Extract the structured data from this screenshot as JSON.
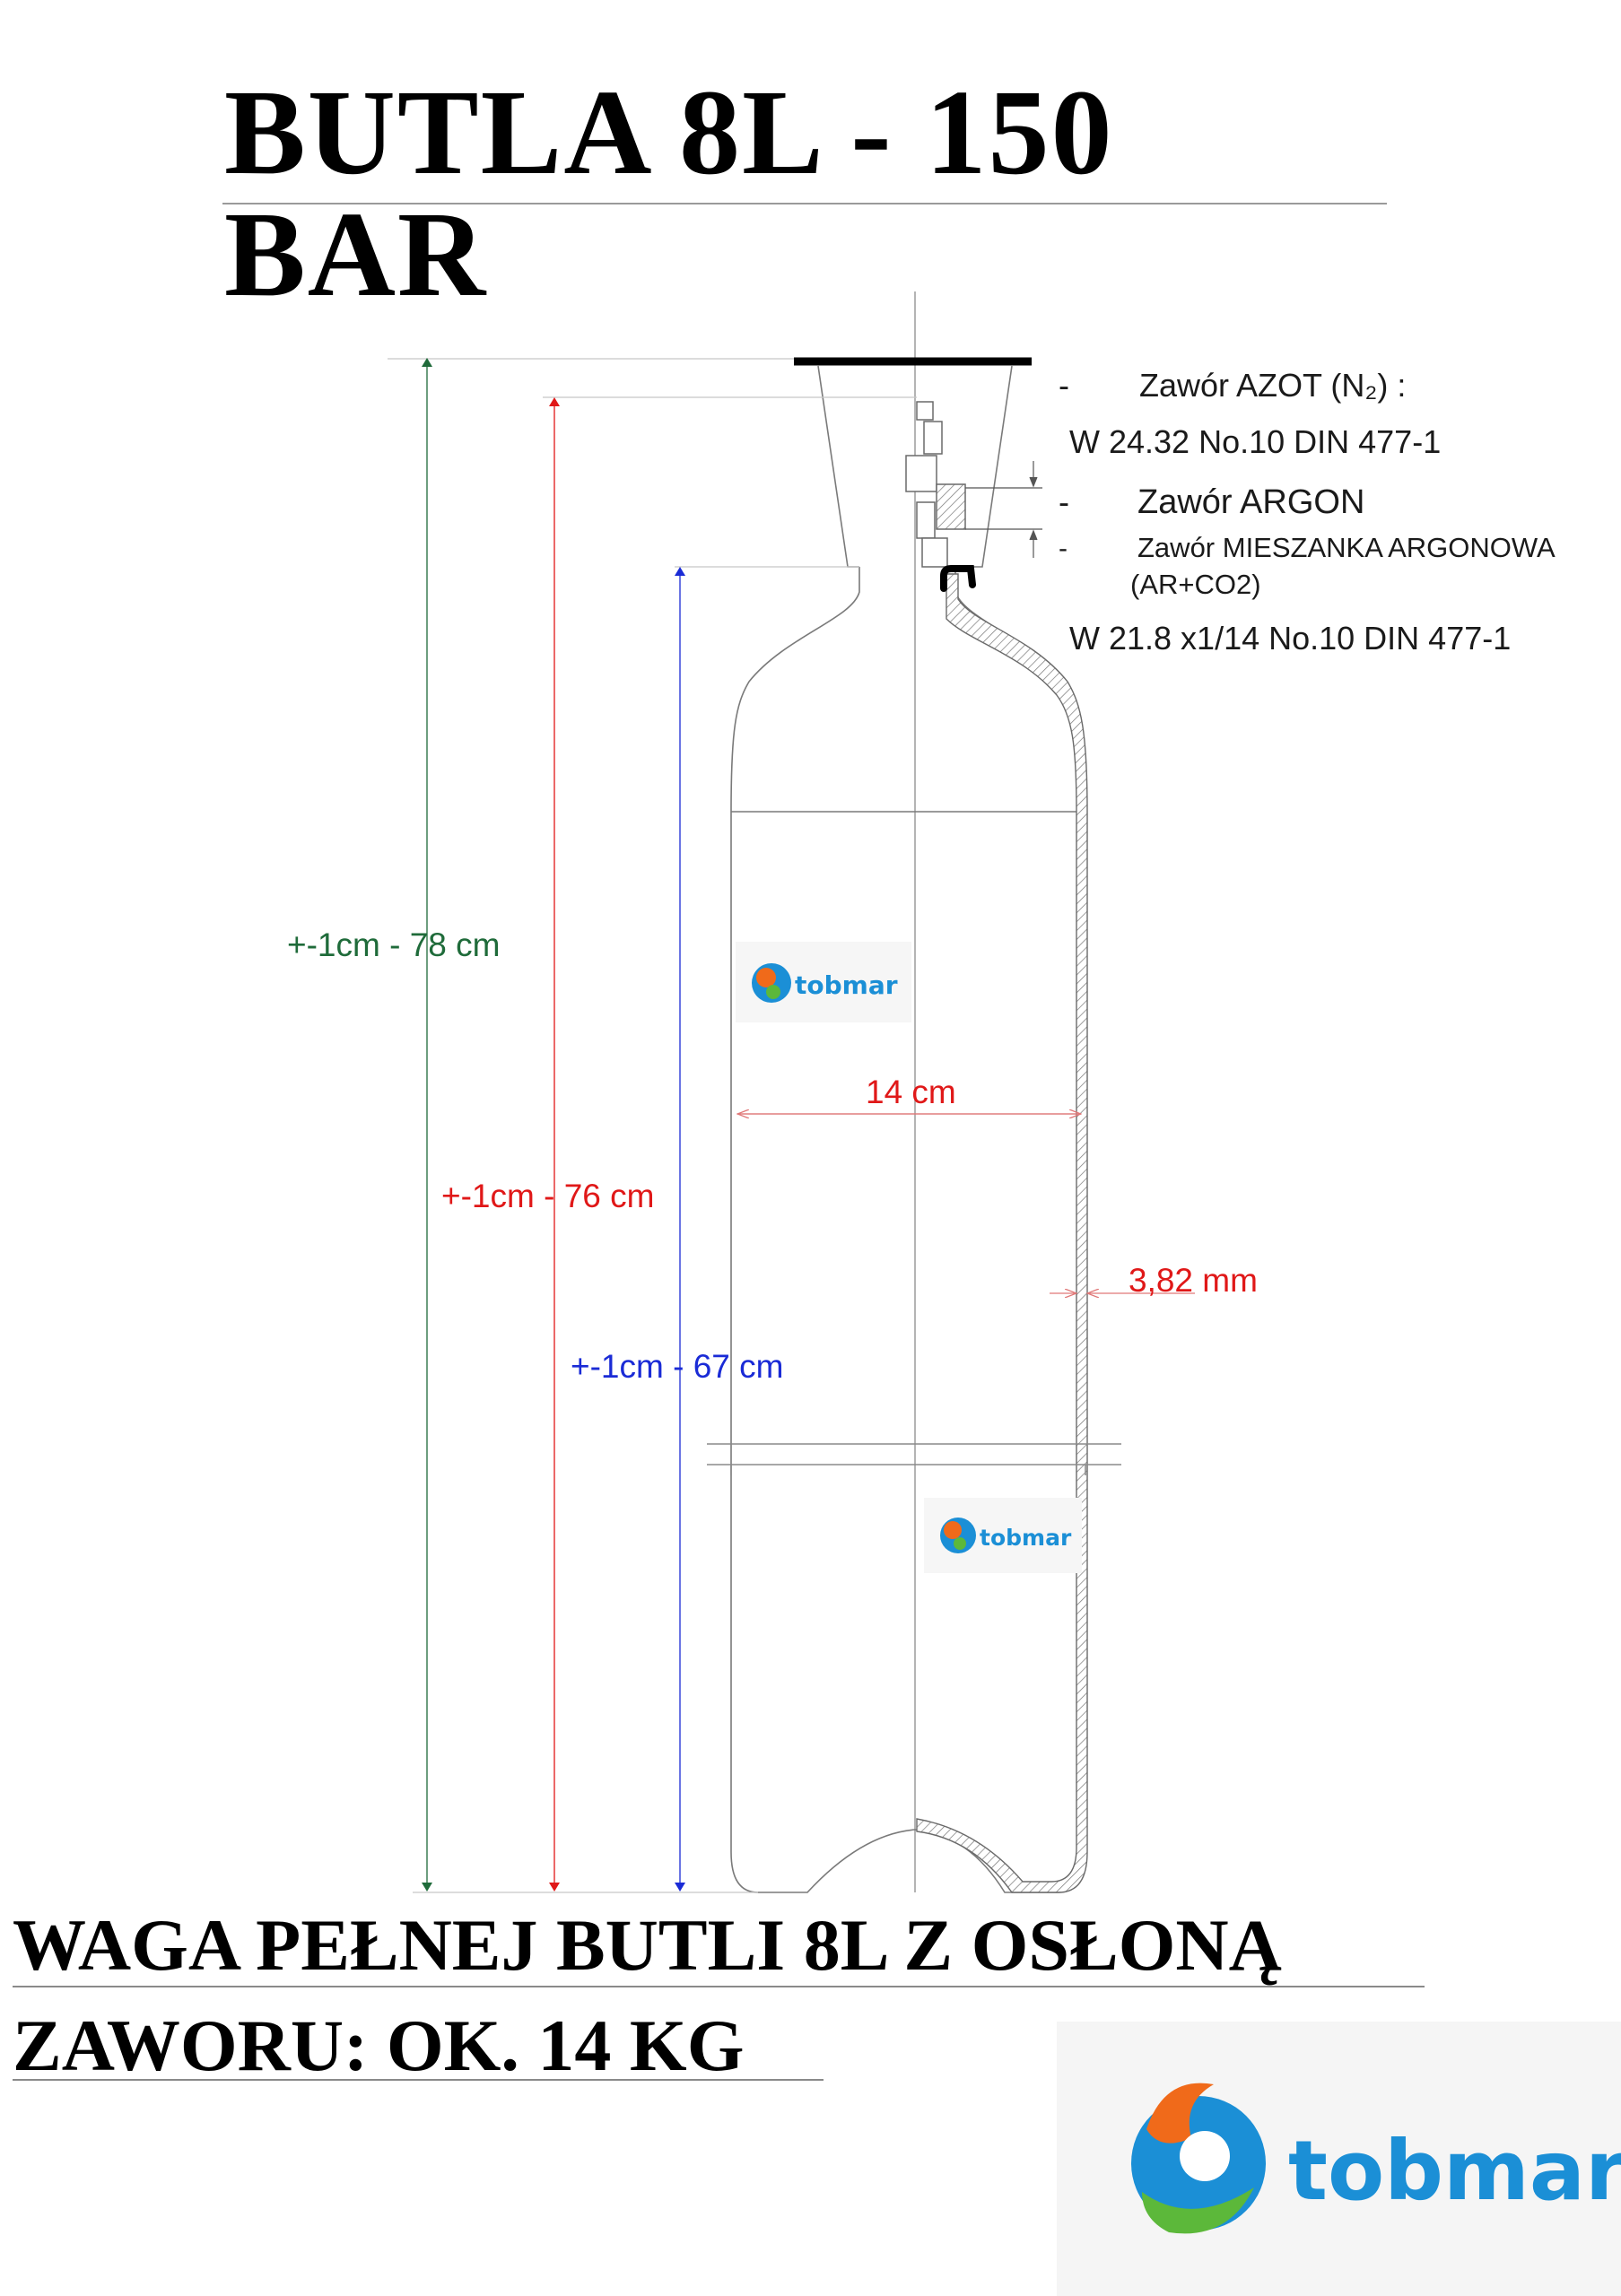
{
  "title": "BUTLA 8L - 150 BAR",
  "footer": {
    "line1": "WAGA PEŁNEJ BUTLI 8L Z OSŁONĄ",
    "line2": "ZAWORU: OK. 14 KG"
  },
  "specs": {
    "dash": "-",
    "azot_label": "Zawór AZOT (N₂) :",
    "azot_thread": "W 24.32 No.10 DIN 477-1",
    "argon_label": "Zawór ARGON",
    "mix_label": "Zawór MIESZANKA ARGONOWA",
    "mix_formula": "(AR+CO2)",
    "argon_thread": "W 21.8 x1/14 No.10 DIN 477-1"
  },
  "dimensions": {
    "total_height": "+-1cm - 78 cm",
    "valve_height": "+-1cm - 76 cm",
    "body_height": "+-1cm - 67 cm",
    "diameter": "14 cm",
    "wall": "3,82 mm"
  },
  "logo": {
    "text": "tobmar"
  },
  "colors": {
    "green": "#1f6b3a",
    "red": "#e01818",
    "blue": "#1a2bd6",
    "line": "#9a9a9a",
    "logo_blue": "#1b8fd6",
    "logo_orange": "#f06a1a",
    "logo_green": "#5cb83a"
  }
}
